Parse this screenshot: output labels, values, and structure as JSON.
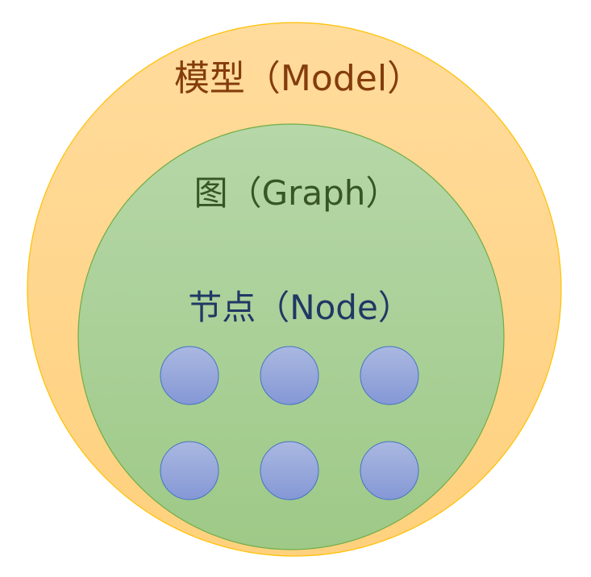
{
  "model": {
    "label": "模型（Model）",
    "fill_top": "#FFDB9C",
    "fill_bottom": "#FFD17E",
    "stroke": "#FFC000",
    "text_color": "#843C0C"
  },
  "graph": {
    "label": "图（Graph）",
    "fill_top": "#B6D7A8",
    "fill_bottom": "#9EC987",
    "stroke": "#70AD47",
    "text_color": "#375623"
  },
  "node": {
    "label": "节点（Node）",
    "fill_top": "#AAB8E0",
    "fill_bottom": "#8598D6",
    "stroke": "#4472C4",
    "text_color": "#203864",
    "count": 6
  }
}
